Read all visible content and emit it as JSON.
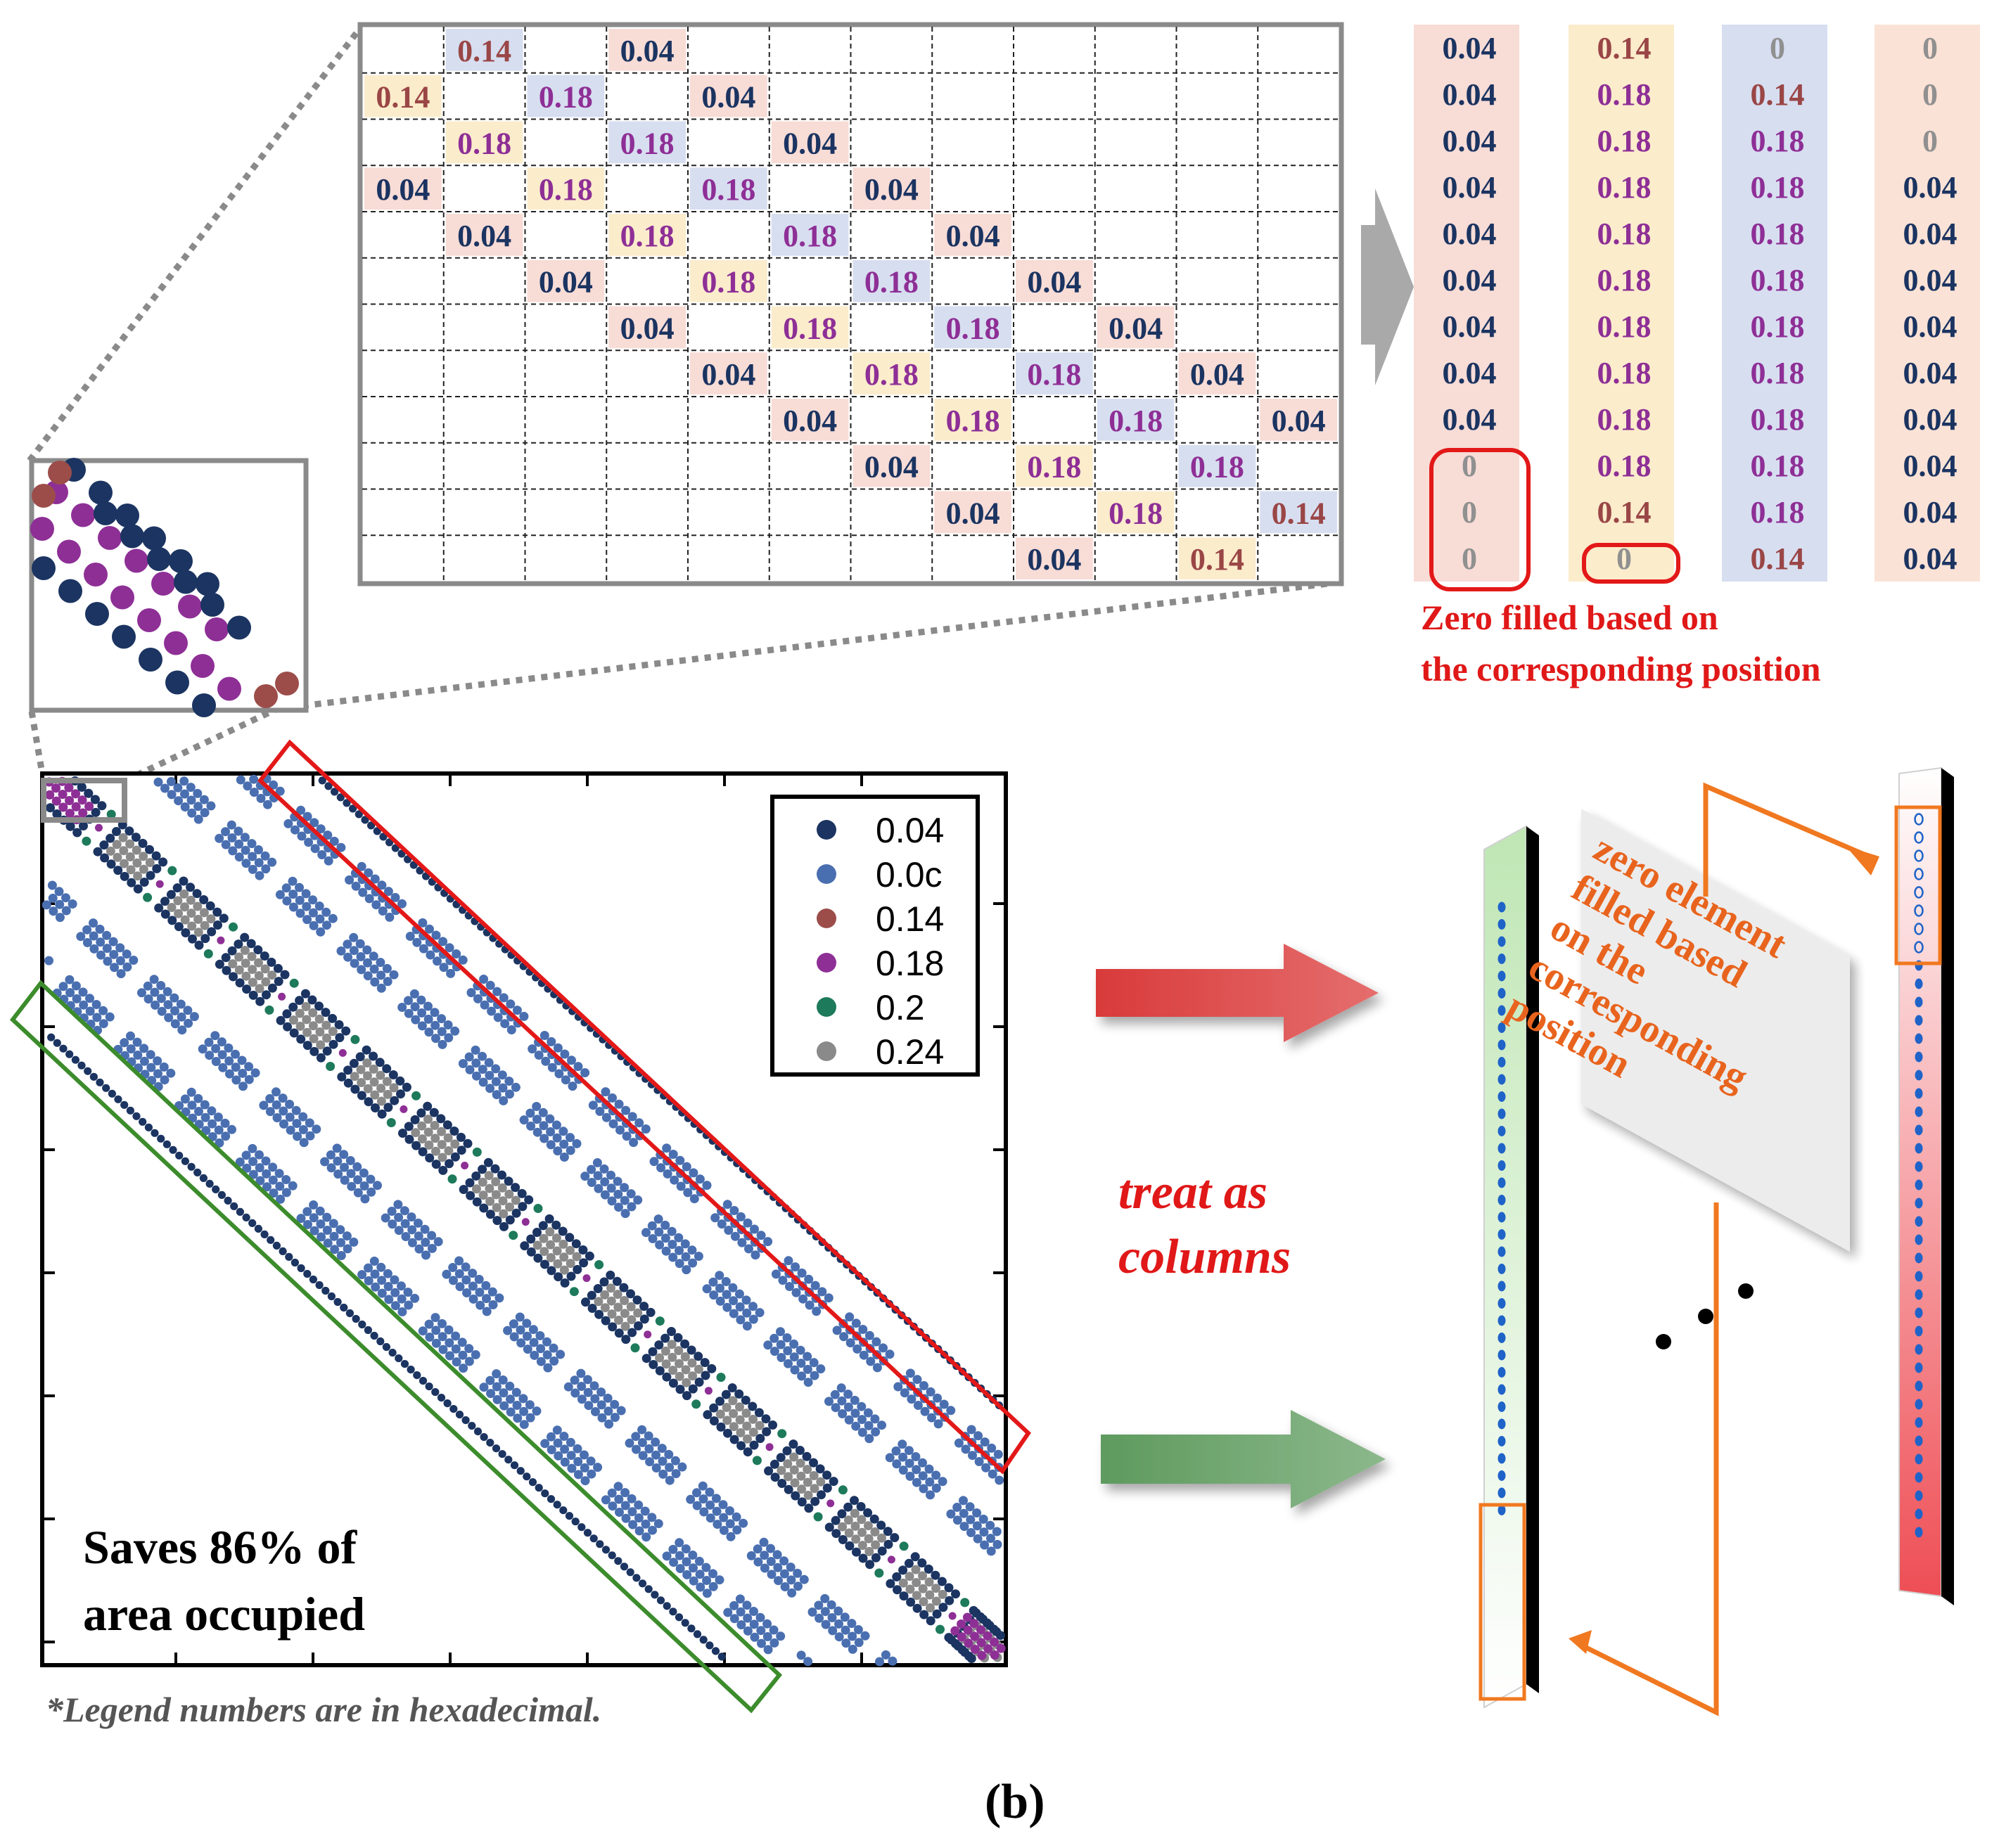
{
  "figure": {
    "panel_label": "(b)",
    "footnote": "*Legend numbers are in hexadecimal.",
    "savings_text_line1": "Saves 86% of",
    "savings_text_line2": "area occupied",
    "arrow_caption_line1": "treat as",
    "arrow_caption_line2": "columns",
    "zero_note_line1": "Zero filled based on",
    "zero_note_line2": "the corresponding position",
    "card_text": [
      "zero element",
      "filled based",
      "on the",
      "corresponding",
      "position"
    ]
  },
  "legend": {
    "items": [
      {
        "label": "0.04",
        "color": "#1b3461"
      },
      {
        "label": "0.0c",
        "color": "#4a6fb0"
      },
      {
        "label": "0.14",
        "color": "#9c4d4a"
      },
      {
        "label": "0.18",
        "color": "#8e2f96"
      },
      {
        "label": "0.2",
        "color": "#1d7a5a"
      },
      {
        "label": "0.24",
        "color": "#8a8a8a"
      }
    ]
  },
  "matrix": {
    "rows": 12,
    "cols": 12,
    "cells": [
      {
        "r": 0,
        "c": 1,
        "v": "0.14",
        "bg": "#d7def0",
        "fg": "#9a4646"
      },
      {
        "r": 0,
        "c": 3,
        "v": "0.04",
        "bg": "#f8dcd6",
        "fg": "#1b3461"
      },
      {
        "r": 1,
        "c": 0,
        "v": "0.14",
        "bg": "#fbeccc",
        "fg": "#9a4646"
      },
      {
        "r": 1,
        "c": 2,
        "v": "0.18",
        "bg": "#d7def0",
        "fg": "#8e2f96"
      },
      {
        "r": 1,
        "c": 4,
        "v": "0.04",
        "bg": "#f8dcd6",
        "fg": "#1b3461"
      },
      {
        "r": 2,
        "c": 1,
        "v": "0.18",
        "bg": "#fbeccc",
        "fg": "#8e2f96"
      },
      {
        "r": 2,
        "c": 3,
        "v": "0.18",
        "bg": "#d7def0",
        "fg": "#8e2f96"
      },
      {
        "r": 2,
        "c": 5,
        "v": "0.04",
        "bg": "#f8dcd6",
        "fg": "#1b3461"
      },
      {
        "r": 3,
        "c": 0,
        "v": "0.04",
        "bg": "#f8dcd6",
        "fg": "#1b3461"
      },
      {
        "r": 3,
        "c": 2,
        "v": "0.18",
        "bg": "#fbeccc",
        "fg": "#8e2f96"
      },
      {
        "r": 3,
        "c": 4,
        "v": "0.18",
        "bg": "#d7def0",
        "fg": "#8e2f96"
      },
      {
        "r": 3,
        "c": 6,
        "v": "0.04",
        "bg": "#f8dcd6",
        "fg": "#1b3461"
      },
      {
        "r": 4,
        "c": 1,
        "v": "0.04",
        "bg": "#f8dcd6",
        "fg": "#1b3461"
      },
      {
        "r": 4,
        "c": 3,
        "v": "0.18",
        "bg": "#fbeccc",
        "fg": "#8e2f96"
      },
      {
        "r": 4,
        "c": 5,
        "v": "0.18",
        "bg": "#d7def0",
        "fg": "#8e2f96"
      },
      {
        "r": 4,
        "c": 7,
        "v": "0.04",
        "bg": "#f8dcd6",
        "fg": "#1b3461"
      },
      {
        "r": 5,
        "c": 2,
        "v": "0.04",
        "bg": "#f8dcd6",
        "fg": "#1b3461"
      },
      {
        "r": 5,
        "c": 4,
        "v": "0.18",
        "bg": "#fbeccc",
        "fg": "#8e2f96"
      },
      {
        "r": 5,
        "c": 6,
        "v": "0.18",
        "bg": "#d7def0",
        "fg": "#8e2f96"
      },
      {
        "r": 5,
        "c": 8,
        "v": "0.04",
        "bg": "#f8dcd6",
        "fg": "#1b3461"
      },
      {
        "r": 6,
        "c": 3,
        "v": "0.04",
        "bg": "#f8dcd6",
        "fg": "#1b3461"
      },
      {
        "r": 6,
        "c": 5,
        "v": "0.18",
        "bg": "#fbeccc",
        "fg": "#8e2f96"
      },
      {
        "r": 6,
        "c": 7,
        "v": "0.18",
        "bg": "#d7def0",
        "fg": "#8e2f96"
      },
      {
        "r": 6,
        "c": 9,
        "v": "0.04",
        "bg": "#f8dcd6",
        "fg": "#1b3461"
      },
      {
        "r": 7,
        "c": 4,
        "v": "0.04",
        "bg": "#f8dcd6",
        "fg": "#1b3461"
      },
      {
        "r": 7,
        "c": 6,
        "v": "0.18",
        "bg": "#fbeccc",
        "fg": "#8e2f96"
      },
      {
        "r": 7,
        "c": 8,
        "v": "0.18",
        "bg": "#d7def0",
        "fg": "#8e2f96"
      },
      {
        "r": 7,
        "c": 10,
        "v": "0.04",
        "bg": "#f8dcd6",
        "fg": "#1b3461"
      },
      {
        "r": 8,
        "c": 5,
        "v": "0.04",
        "bg": "#f8dcd6",
        "fg": "#1b3461"
      },
      {
        "r": 8,
        "c": 7,
        "v": "0.18",
        "bg": "#fbeccc",
        "fg": "#8e2f96"
      },
      {
        "r": 8,
        "c": 9,
        "v": "0.18",
        "bg": "#d7def0",
        "fg": "#8e2f96"
      },
      {
        "r": 8,
        "c": 11,
        "v": "0.04",
        "bg": "#f8dcd6",
        "fg": "#1b3461"
      },
      {
        "r": 9,
        "c": 6,
        "v": "0.04",
        "bg": "#f8dcd6",
        "fg": "#1b3461"
      },
      {
        "r": 9,
        "c": 8,
        "v": "0.18",
        "bg": "#fbeccc",
        "fg": "#8e2f96"
      },
      {
        "r": 9,
        "c": 10,
        "v": "0.18",
        "bg": "#d7def0",
        "fg": "#8e2f96"
      },
      {
        "r": 10,
        "c": 7,
        "v": "0.04",
        "bg": "#f8dcd6",
        "fg": "#1b3461"
      },
      {
        "r": 10,
        "c": 9,
        "v": "0.18",
        "bg": "#fbeccc",
        "fg": "#8e2f96"
      },
      {
        "r": 10,
        "c": 11,
        "v": "0.14",
        "bg": "#d7def0",
        "fg": "#9a4646"
      },
      {
        "r": 11,
        "c": 8,
        "v": "0.04",
        "bg": "#f8dcd6",
        "fg": "#1b3461"
      },
      {
        "r": 11,
        "c": 10,
        "v": "0.14",
        "bg": "#fbeccc",
        "fg": "#9a4646"
      }
    ]
  },
  "columns": [
    {
      "bg": "#f8dcd6",
      "values": [
        "0.04",
        "0.04",
        "0.04",
        "0.04",
        "0.04",
        "0.04",
        "0.04",
        "0.04",
        "0.04",
        "0",
        "0",
        "0"
      ]
    },
    {
      "bg": "#fbeccc",
      "values": [
        "0.14",
        "0.18",
        "0.18",
        "0.18",
        "0.18",
        "0.18",
        "0.18",
        "0.18",
        "0.18",
        "0.18",
        "0.14",
        "0"
      ]
    },
    {
      "bg": "#d7def0",
      "values": [
        "0",
        "0.14",
        "0.18",
        "0.18",
        "0.18",
        "0.18",
        "0.18",
        "0.18",
        "0.18",
        "0.18",
        "0.18",
        "0.14"
      ]
    },
    {
      "bg": "#fbe2d6",
      "values": [
        "0",
        "0",
        "0",
        "0.04",
        "0.04",
        "0.04",
        "0.04",
        "0.04",
        "0.04",
        "0.04",
        "0.04",
        "0.04"
      ]
    }
  ],
  "colors": {
    "grey": "#8a8a8a",
    "red": "#e31818",
    "green": "#3c8c2c",
    "orange": "#f07820",
    "card_text": "#e8641e",
    "caption_red": "#e01818",
    "zero_fg": "#909090",
    "dot_blue": "#1f63c8"
  }
}
